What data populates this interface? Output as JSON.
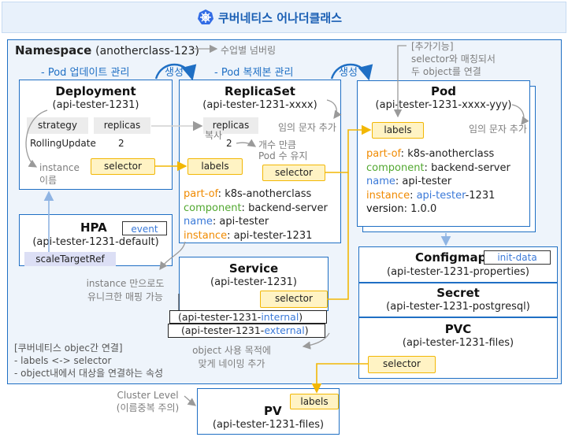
{
  "header": {
    "title": "쿠버네티스 어나더클래스",
    "icon": "helm-wheel-icon"
  },
  "namespace": {
    "label": "Namespace",
    "value": "(anotherclass-123)",
    "note": "수업별 넘버링"
  },
  "annotations": {
    "pod_update": "- Pod 업데이트 관리",
    "pod_replica": "- Pod 복제본 관리",
    "create1": "생성",
    "create2": "생성",
    "addon_line1": "[추가기능]",
    "addon_line2": "selector와 매칭되서",
    "addon_line3": "두 object를 연결",
    "random_str1": "임의 문자 추가",
    "random_str2": "임의 문자 추가",
    "copy": "복사",
    "keep_count1": "개수 만큼",
    "keep_count2": "Pod 수 유지",
    "instance_name1": "instance",
    "instance_name2": "이름",
    "unique1": "instance 만으로도",
    "unique2": "유니크한 매핑 가능",
    "purpose1": "object 사용 목적에",
    "purpose2": "맞게 네이밍 추가",
    "cluster1": "Cluster Level",
    "cluster2": "(이름중복 주의)"
  },
  "deployment": {
    "title": "Deployment",
    "name": "(api-tester-1231)",
    "strategy_label": "strategy",
    "replicas_label": "replicas",
    "strategy_value": "RollingUpdate",
    "replicas_value": "2",
    "selector": "selector"
  },
  "replicaset": {
    "title": "ReplicaSet",
    "name": "(api-tester-1231-xxxx)",
    "replicas_label": "replicas",
    "replicas_value": "2",
    "labels": "labels",
    "selector": "selector",
    "kv": [
      {
        "k": "part-of",
        "v": "k8s-anotherclass",
        "color": "#f08a00"
      },
      {
        "k": "component",
        "v": "backend-server",
        "color": "#52a830"
      },
      {
        "k": "name",
        "v": "api-tester",
        "color": "#3a79d8"
      },
      {
        "k": "instance",
        "v": "api-tester-1231",
        "color": "#f08a00"
      }
    ]
  },
  "pod": {
    "title": "Pod",
    "name": "(api-tester-1231-xxxx-yyy)",
    "labels": "labels",
    "kv": [
      {
        "k": "part-of",
        "v": "k8s-anotherclass",
        "color": "#f08a00"
      },
      {
        "k": "component",
        "v": "backend-server",
        "color": "#52a830"
      },
      {
        "k": "name",
        "v": "api-tester",
        "color": "#3a79d8"
      },
      {
        "k": "instance",
        "v_blue": "api-tester",
        "v_rest": "-1231",
        "color": "#f08a00"
      },
      {
        "k": "version",
        "v": "1.0.0",
        "color": "#111111"
      }
    ]
  },
  "hpa": {
    "title": "HPA",
    "event": "event",
    "name": "(api-tester-1231-default)",
    "target": "scaleTargetRef"
  },
  "service": {
    "title": "Service",
    "name": "(api-tester-1231)",
    "selector": "selector",
    "internal_prefix": "(api-tester-1231-",
    "internal": "internal",
    "internal_suffix": ")",
    "external_prefix": "(api-tester-1231-",
    "external": "external",
    "external_suffix": ")"
  },
  "configmap": {
    "title": "Configmap",
    "tag": "init-data",
    "name": "(api-tester-1231-properties)"
  },
  "secret": {
    "title": "Secret",
    "name": "(api-tester-1231-postgresql)"
  },
  "pvc": {
    "title": "PVC",
    "name": "(api-tester-1231-files)",
    "selector": "selector"
  },
  "pv": {
    "title": "PV",
    "name": "(api-tester-1231-files)",
    "labels": "labels"
  },
  "legend": {
    "title": "[쿠버네티스 objec간 연결]",
    "line1": "- labels <-> selector",
    "line2": "- object내에서 대상을 연결하는 속성"
  },
  "colors": {
    "accent": "#1f6fc4",
    "label_fill": "#fff3c4",
    "label_border": "#f2b705",
    "namespace_bg": "#eef4fb"
  }
}
